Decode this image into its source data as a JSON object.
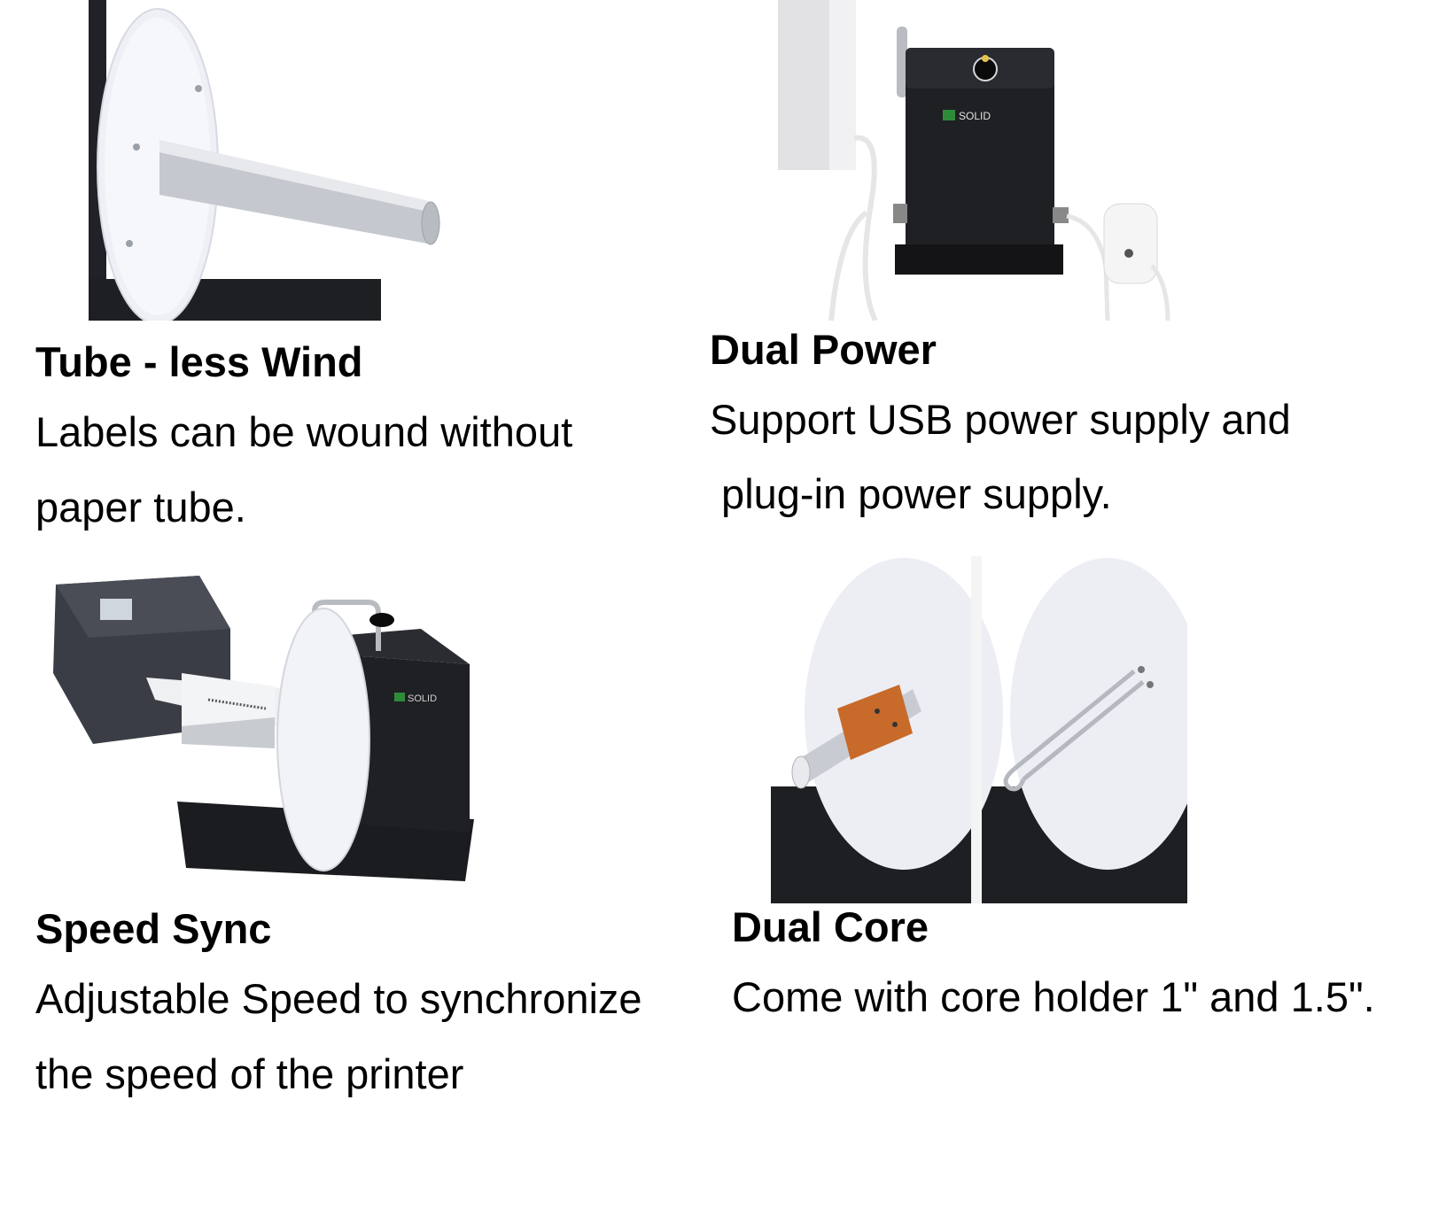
{
  "features": [
    {
      "title": "Tube - less Wind",
      "lines": [
        "Labels can be wound without",
        "paper tube."
      ]
    },
    {
      "title": "Dual Power",
      "lines": [
        "Support USB power supply and",
        " plug-in power supply."
      ]
    },
    {
      "title": "Speed Sync",
      "lines": [
        "Adjustable Speed to synchronize",
        "the speed of the printer"
      ]
    },
    {
      "title": "Dual Core",
      "lines": [
        "Come with core holder 1\" and 1.5\"."
      ]
    }
  ],
  "brand_label": "SOLID",
  "colors": {
    "text": "#000000",
    "device_body": "#1f2024",
    "spindle": "#c9ccd1",
    "disc": "#f4f5f8",
    "core_holder": "#c86a2a"
  }
}
